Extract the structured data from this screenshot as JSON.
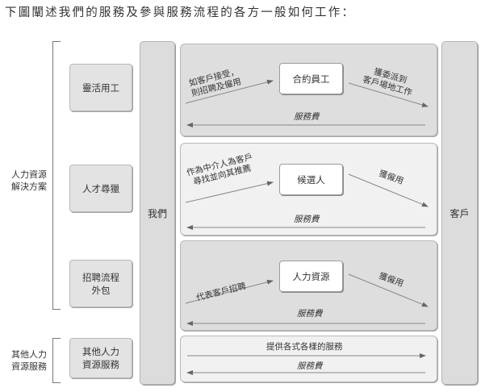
{
  "caption": "下圖闡述我們的服務及參與服務流程的各方一般如何工作：",
  "groups": {
    "hr_solutions": "人力資源\n解決方案",
    "other_hr": "其他人力\n資源服務"
  },
  "services": {
    "flexible": "靈活用工",
    "talent": "人才尋獵",
    "rpo": "招聘流程\n外包",
    "other": "其他人力\n資源服務"
  },
  "columns": {
    "us": "我們",
    "client": "客戶"
  },
  "flows": {
    "flexible": {
      "left_label": "如客戶接受，\n則招聘及僱用",
      "node": "合約員工",
      "right_label": "獲委派到\n客戶場地工作",
      "fee": "服務費"
    },
    "talent": {
      "left_label": "作為中介人為客戶\n尋找並向其推薦",
      "node": "候選人",
      "right_label": "獲僱用",
      "fee": "服務費"
    },
    "rpo": {
      "left_label": "代表客戶招聘",
      "node": "人力資源",
      "right_label": "獲僱用",
      "fee": "服務費"
    },
    "other": {
      "label": "提供各式各樣的服務",
      "fee": "服務費"
    }
  }
}
